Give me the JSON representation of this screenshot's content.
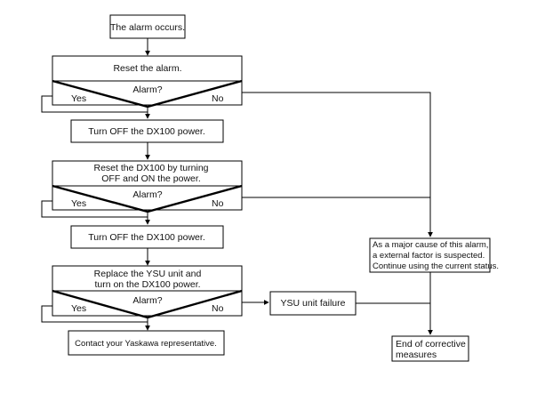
{
  "flow": {
    "start": "The alarm occurs.",
    "block1": {
      "title": "Reset the alarm.",
      "question": "Alarm?",
      "yes": "Yes",
      "no": "No"
    },
    "step2": "Turn OFF the DX100 power.",
    "block3": {
      "title_line1": "Reset the DX100 by turning",
      "title_line2": "OFF and ON the power.",
      "question": "Alarm?",
      "yes": "Yes",
      "no": "No"
    },
    "step4": "Turn OFF the DX100 power.",
    "block5": {
      "title_line1": "Replace the YSU unit and",
      "title_line2": "turn on the DX100 power.",
      "question": "Alarm?",
      "yes": "Yes",
      "no": "No"
    },
    "step6": "Contact your Yaskawa representative.",
    "failure": "YSU unit failure",
    "note": {
      "line1": "As a major cause of this alarm,",
      "line2": "a external factor is suspected.",
      "line3": "Continue using the current status."
    },
    "end": {
      "line1": "End of corrective",
      "line2": "measures"
    }
  }
}
